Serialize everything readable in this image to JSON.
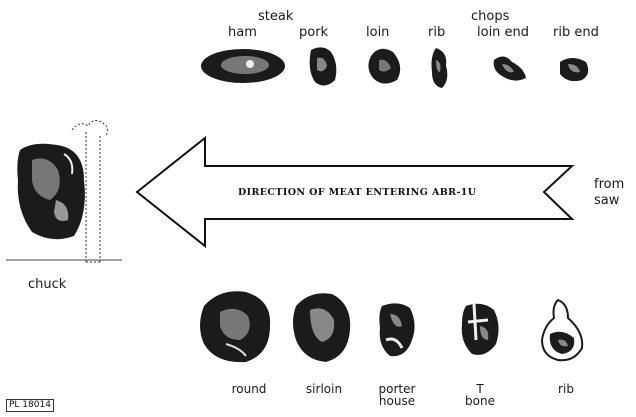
{
  "top_group": {
    "steak_header": "steak",
    "chops_header": "chops",
    "items": [
      "ham",
      "pork",
      "loin",
      "rib",
      "loin end",
      "rib end"
    ]
  },
  "arrow": {
    "text": "DIRECTION OF MEAT ENTERING ABR-1U"
  },
  "source_label": {
    "line1": "from",
    "line2": "saw"
  },
  "left_cut": "chuck",
  "bottom_group": {
    "items": [
      {
        "line1": "round",
        "line2": ""
      },
      {
        "line1": "sirloin",
        "line2": ""
      },
      {
        "line1": "porter",
        "line2": "house"
      },
      {
        "line1": "T",
        "line2": "bone"
      },
      {
        "line1": "rib",
        "line2": ""
      }
    ]
  },
  "plate_id": "PL 18014"
}
